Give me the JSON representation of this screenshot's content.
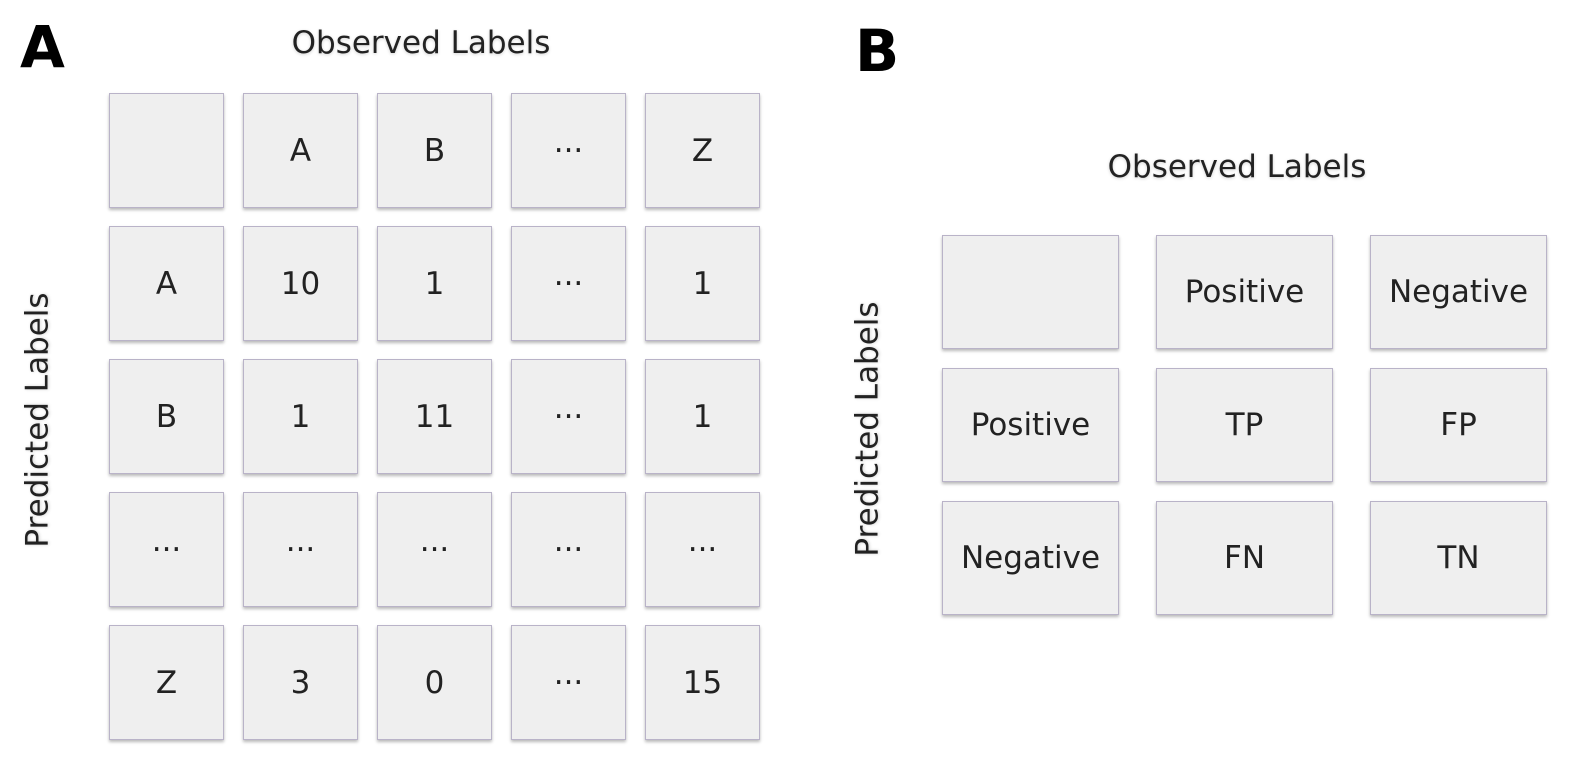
{
  "panel_a": {
    "letter": "A",
    "observed_label": "Observed Labels",
    "predicted_label": "Predicted Labels",
    "cells": [
      [
        "",
        "A",
        "B",
        "···",
        "Z"
      ],
      [
        "A",
        "10",
        "1",
        "···",
        "1"
      ],
      [
        "B",
        "1",
        "11",
        "···",
        "1"
      ],
      [
        "···",
        "···",
        "···",
        "···",
        "···"
      ],
      [
        "Z",
        "3",
        "0",
        "···",
        "15"
      ]
    ]
  },
  "panel_b": {
    "letter": "B",
    "observed_label": "Observed Labels",
    "predicted_label": "Predicted Labels",
    "cells": [
      [
        "",
        "Positive",
        "Negative"
      ],
      [
        "Positive",
        "TP",
        "FP"
      ],
      [
        "Negative",
        "FN",
        "TN"
      ]
    ]
  },
  "colors": {
    "cell_fill": "#efefef",
    "cell_border": "#b9b3c8"
  }
}
